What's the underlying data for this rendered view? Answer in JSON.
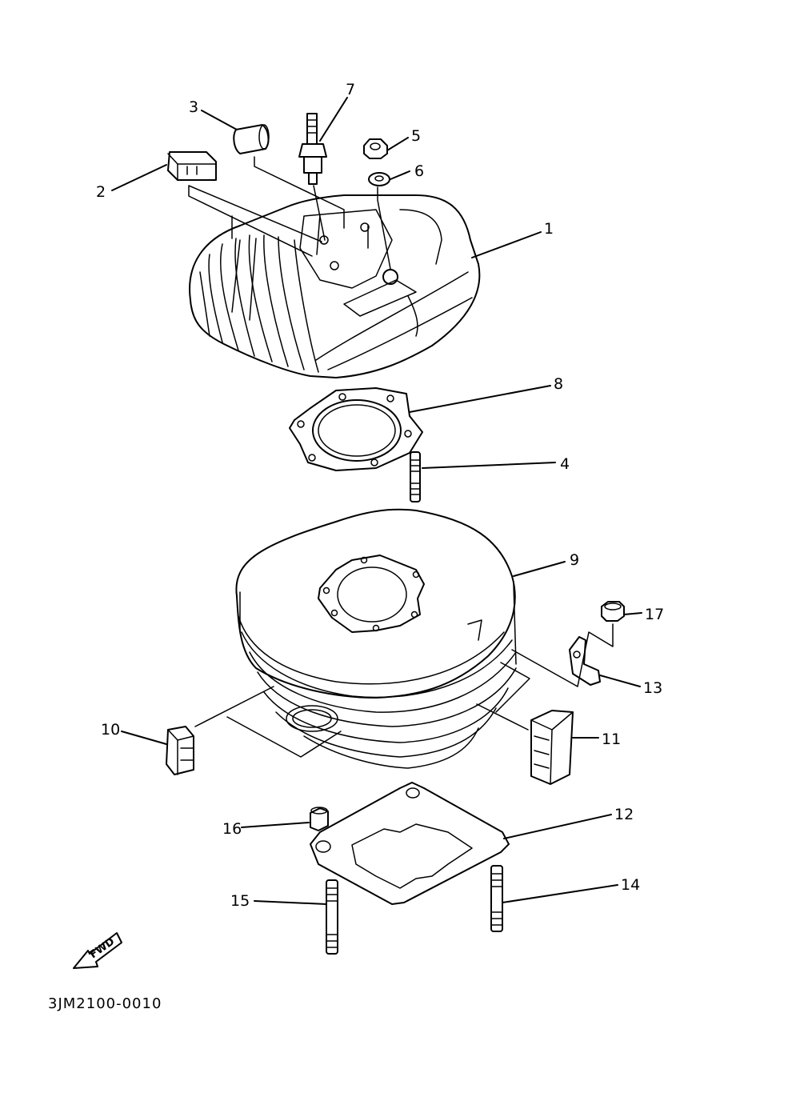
{
  "diagram": {
    "callouts": [
      {
        "id": "1",
        "label": "1"
      },
      {
        "id": "2",
        "label": "2"
      },
      {
        "id": "3",
        "label": "3"
      },
      {
        "id": "4",
        "label": "4"
      },
      {
        "id": "5",
        "label": "5"
      },
      {
        "id": "6",
        "label": "6"
      },
      {
        "id": "7",
        "label": "7"
      },
      {
        "id": "8",
        "label": "8"
      },
      {
        "id": "9",
        "label": "9"
      },
      {
        "id": "10",
        "label": "10"
      },
      {
        "id": "11",
        "label": "11"
      },
      {
        "id": "12",
        "label": "12"
      },
      {
        "id": "13",
        "label": "13"
      },
      {
        "id": "14",
        "label": "14"
      },
      {
        "id": "15",
        "label": "15"
      },
      {
        "id": "16",
        "label": "16"
      },
      {
        "id": "17",
        "label": "17"
      }
    ],
    "fwd_label": "FWD",
    "drawing_code": "3JM2100-0010"
  }
}
